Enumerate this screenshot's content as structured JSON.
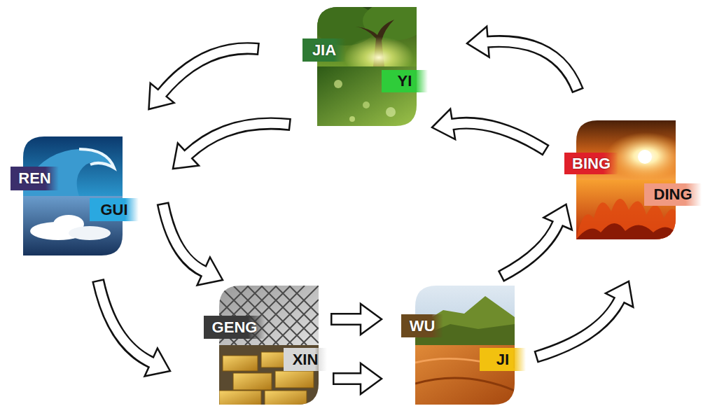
{
  "diagram": {
    "nodes": [
      {
        "text": [
          "JIA"
        ]
      },
      {
        "text": [
          "YI"
        ]
      },
      {
        "text": [
          "REN"
        ]
      },
      {
        "text": [
          "GUI"
        ]
      },
      {
        "text": [
          "BING"
        ]
      },
      {
        "text": [
          "DING"
        ]
      },
      {
        "text": [
          "GENG"
        ]
      },
      {
        "text": [
          "XIN"
        ]
      },
      {
        "text": [
          "WU"
        ]
      },
      {
        "text": [
          "JI"
        ]
      }
    ],
    "edges": [
      {
        "from": 0,
        "to": 2,
        "arrow": "to"
      },
      {
        "from": 1,
        "to": 3,
        "arrow": "to"
      },
      {
        "from": 2,
        "to": 6,
        "arrow": "to"
      },
      {
        "from": 3,
        "to": 7,
        "arrow": "to"
      },
      {
        "from": 6,
        "to": 8,
        "arrow": "to"
      },
      {
        "from": 7,
        "to": 9,
        "arrow": "to"
      },
      {
        "from": 8,
        "to": 4,
        "arrow": "to"
      },
      {
        "from": 9,
        "to": 5,
        "arrow": "to"
      },
      {
        "from": 4,
        "to": 0,
        "arrow": "to"
      },
      {
        "from": 5,
        "to": 1,
        "arrow": "to"
      }
    ]
  }
}
